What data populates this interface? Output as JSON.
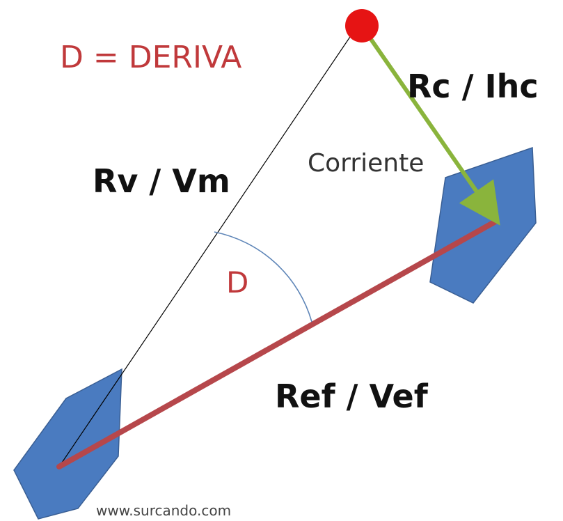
{
  "labels": {
    "title": "D = DERIVA",
    "rc_ihc": "Rc / Ihc",
    "rv_vm": "Rv / Vm",
    "corriente": "Corriente",
    "angle_d": "D",
    "ref_vef": "Ref / Vef",
    "website": "www.surcando.com"
  },
  "colors": {
    "boat_fill": "#4a7bc0",
    "boat_stroke": "#3a5f94",
    "effective_course": "#b6474b",
    "current_arrow": "#8ab43c",
    "origin_dot": "#e61414",
    "title_text": "#c0393b",
    "angle_text": "#c0393b",
    "angle_arc": "#5f86b8",
    "true_course_line": "#000000",
    "dark_text": "#111111",
    "corriente_text": "#333333",
    "website_text": "#444444"
  },
  "icons": [
    "boat-start-icon",
    "boat-end-icon",
    "origin-point-icon",
    "current-arrow-icon"
  ]
}
